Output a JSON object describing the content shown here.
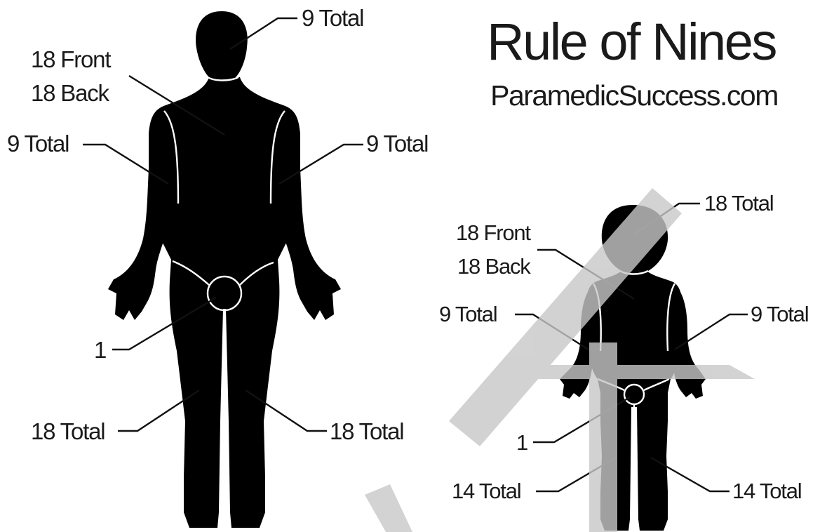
{
  "title": "Rule of Nines",
  "subtitle": "ParamedicSuccess.com",
  "colors": {
    "silhouette": "#000000",
    "seam": "#ffffff",
    "watermark": "#c8c8c8",
    "text": "#1a1a1a"
  },
  "adult": {
    "head": "9 Total",
    "torso_front": "18 Front",
    "torso_back": "18 Back",
    "left_arm": "9 Total",
    "right_arm": "9 Total",
    "groin": "1",
    "left_leg": "18 Total",
    "right_leg": "18 Total"
  },
  "child": {
    "head": "18 Total",
    "torso_front": "18 Front",
    "torso_back": "18 Back",
    "left_arm": "9 Total",
    "right_arm": "9 Total",
    "groin": "1",
    "left_leg": "14 Total",
    "right_leg": "14 Total"
  },
  "watermark": {
    "text": "DRAFT"
  }
}
